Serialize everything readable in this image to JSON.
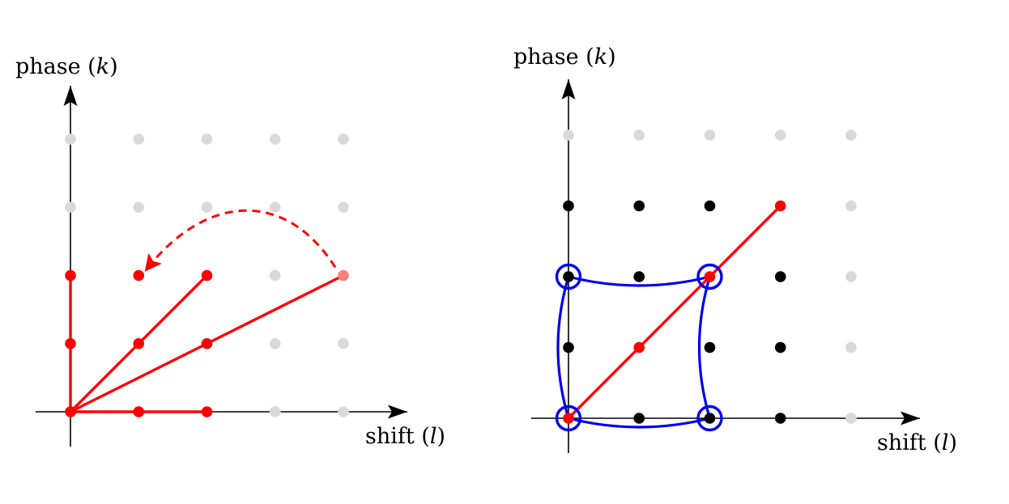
{
  "colors": {
    "axis": "#000000",
    "grey_dot": "#d9d9d9",
    "black_dot": "#000000",
    "red": "#ff0000",
    "faded_red": "#ff7f7f",
    "blue": "#0000ee"
  },
  "panels": [
    {
      "id": "left",
      "ylabel": {
        "prefix": "phase (",
        "var": "k",
        "suffix": ")"
      },
      "xlabel": {
        "prefix": "shift (",
        "var": "l",
        "suffix": ")"
      },
      "grid": {
        "l_max": 4,
        "k_max": 4
      },
      "black_points": [],
      "red_points": [
        [
          0,
          0
        ],
        [
          1,
          0
        ],
        [
          2,
          0
        ],
        [
          0,
          1
        ],
        [
          0,
          2
        ],
        [
          1,
          1
        ],
        [
          2,
          2
        ],
        [
          2,
          1
        ],
        [
          1,
          2
        ]
      ],
      "faded_points": [
        [
          4,
          2
        ]
      ],
      "segments": [
        [
          [
            0,
            0
          ],
          [
            2,
            0
          ]
        ],
        [
          [
            0,
            0
          ],
          [
            0,
            2
          ]
        ],
        [
          [
            0,
            0
          ],
          [
            2,
            2
          ]
        ],
        [
          [
            0,
            0
          ],
          [
            4,
            2
          ]
        ]
      ],
      "dashed_arrow": {
        "from": [
          4,
          2
        ],
        "to": [
          1,
          2
        ]
      },
      "circled": [],
      "blue_cell": null
    },
    {
      "id": "right",
      "ylabel": {
        "prefix": "phase (",
        "var": "k",
        "suffix": ")"
      },
      "xlabel": {
        "prefix": "shift (",
        "var": "l",
        "suffix": ")"
      },
      "grid": {
        "l_max": 4,
        "k_max": 4
      },
      "black_points": [
        [
          0,
          1
        ],
        [
          0,
          2
        ],
        [
          0,
          3
        ],
        [
          1,
          0
        ],
        [
          1,
          2
        ],
        [
          1,
          3
        ],
        [
          2,
          0
        ],
        [
          2,
          1
        ],
        [
          2,
          3
        ],
        [
          3,
          0
        ],
        [
          3,
          1
        ],
        [
          3,
          2
        ]
      ],
      "red_points": [
        [
          0,
          0
        ],
        [
          1,
          1
        ],
        [
          2,
          2
        ],
        [
          3,
          3
        ]
      ],
      "faded_points": [],
      "segments": [
        [
          [
            0,
            0
          ],
          [
            3,
            3
          ]
        ]
      ],
      "dashed_arrow": null,
      "circled": [
        [
          0,
          0
        ],
        [
          2,
          0
        ],
        [
          0,
          2
        ],
        [
          2,
          2
        ]
      ],
      "blue_cell": {
        "from": [
          0,
          0
        ],
        "to": [
          2,
          2
        ]
      }
    }
  ]
}
